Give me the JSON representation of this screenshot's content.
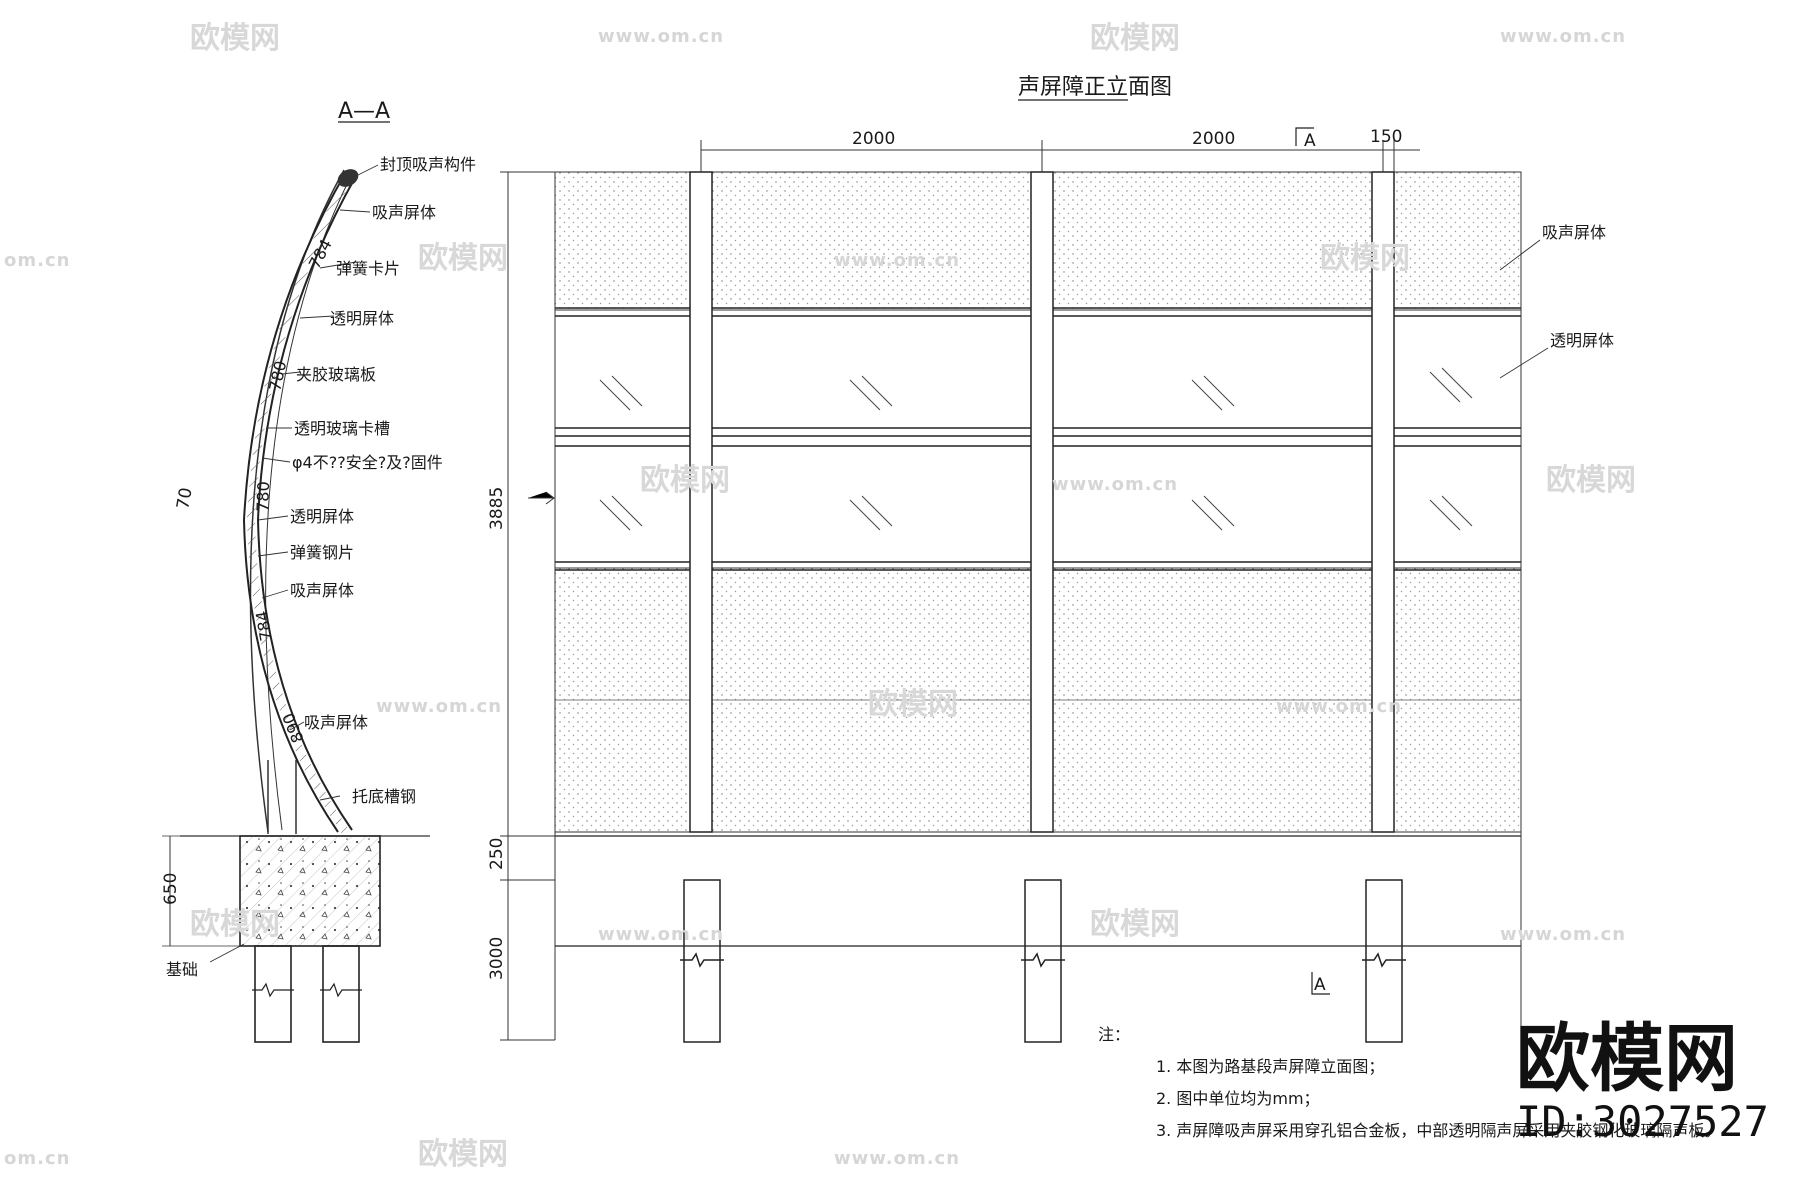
{
  "section": {
    "title": "A—A",
    "labels": {
      "cap": "封顶吸声构件",
      "absorb1": "吸声屏体",
      "clip": "弹簧卡片",
      "trans1": "透明屏体",
      "glass": "夹胶玻璃板",
      "groove": "透明玻璃卡槽",
      "rope": "φ4不??安全?及?固件",
      "trans2": "透明屏体",
      "steel": "弹簧钢片",
      "absorb2": "吸声屏体",
      "absorb3": "吸声屏体",
      "channel": "托底槽钢",
      "base": "基础"
    },
    "dims": {
      "d784a": "784",
      "d780a": "780",
      "d780b": "780",
      "d784b": "784",
      "d890": "890",
      "radius": "70",
      "d650": "650"
    }
  },
  "elevation": {
    "title": "声屏障正立面图",
    "dims": {
      "span1": "2000",
      "span2": "2000",
      "post": "150",
      "height": "3885",
      "gap": "250",
      "pile": "3000"
    },
    "section_mark_top": "A",
    "section_mark_bottom": "A",
    "labels": {
      "absorb": "吸声屏体",
      "transparent": "透明屏体"
    }
  },
  "notes": {
    "heading": "注：",
    "items": [
      "1. 本图为路基段声屏障立面图；",
      "2. 图中单位均为mm；",
      "3. 声屏障吸声屏采用穿孔铝合金板，中部透明隔声屏采用夹胶钢化玻璃隔声板。"
    ]
  },
  "watermark": {
    "brand": "欧模网",
    "url": "www.om.cn",
    "url_short": "om.cn",
    "id": "ID:3027527"
  }
}
